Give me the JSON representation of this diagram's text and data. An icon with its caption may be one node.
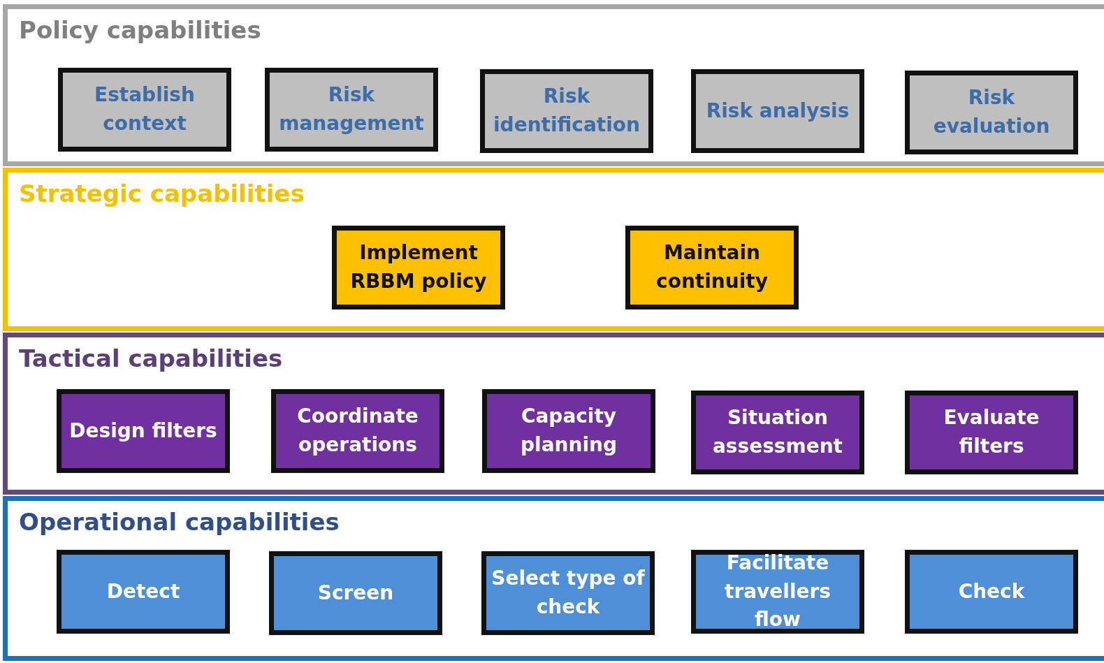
{
  "diagram": {
    "nodes": [
      {
        "text": [
          "Policy capabilities"
        ]
      },
      {
        "text": [
          "Establish context"
        ],
        "in": 0
      },
      {
        "text": [
          "Risk management"
        ],
        "in": 0
      },
      {
        "text": [
          "Risk identification"
        ],
        "in": 0
      },
      {
        "text": [
          "Risk analysis"
        ],
        "in": 0
      },
      {
        "text": [
          "Risk evaluation"
        ],
        "in": 0
      },
      {
        "text": [
          "Strategic capabilities"
        ]
      },
      {
        "text": [
          "Implement RBBM policy"
        ],
        "in": 6
      },
      {
        "text": [
          "Maintain continuity"
        ],
        "in": 6
      },
      {
        "text": [
          "Tactical capabilities"
        ]
      },
      {
        "text": [
          "Design filters"
        ],
        "in": 9
      },
      {
        "text": [
          "Coordinate operations"
        ],
        "in": 9
      },
      {
        "text": [
          "Capacity planning"
        ],
        "in": 9
      },
      {
        "text": [
          "Situation assessment"
        ],
        "in": 9
      },
      {
        "text": [
          "Evaluate filters"
        ],
        "in": 9
      },
      {
        "text": [
          "Operational capabilities"
        ]
      },
      {
        "text": [
          "Detect"
        ],
        "in": 15
      },
      {
        "text": [
          "Screen"
        ],
        "in": 15
      },
      {
        "text": [
          "Select type of check"
        ],
        "in": 15
      },
      {
        "text": [
          "Facilitate travellers flow"
        ],
        "in": 15
      },
      {
        "text": [
          "Check"
        ],
        "in": 15
      }
    ],
    "edges": []
  }
}
